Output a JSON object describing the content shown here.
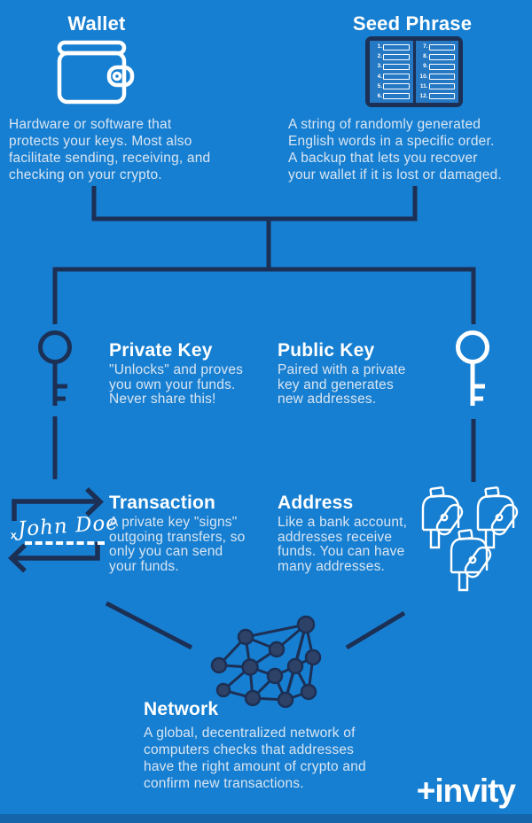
{
  "colors": {
    "background": "#177fd1",
    "connector_navy": "#1c2f54",
    "title_white": "#ffffff",
    "body_text": "#d9e5f2",
    "seed_card_inner": "#2478c4",
    "bottom_bar": "#1565aa"
  },
  "sections": {
    "wallet": {
      "title": "Wallet",
      "description": "Hardware or software that\nprotects your keys. Most also\nfacilitate sending, receiving, and\nchecking on your crypto."
    },
    "seed_phrase": {
      "title": "Seed Phrase",
      "icon_numbers_left": [
        "1.",
        "2.",
        "3.",
        "4.",
        "5.",
        "6."
      ],
      "icon_numbers_right": [
        "7.",
        "8.",
        "9.",
        "10.",
        "11.",
        "12."
      ],
      "description": "A string of randomly generated\nEnglish words in a specific order.\nA backup that lets you recover\nyour wallet if it is lost or damaged."
    },
    "private_key": {
      "title": "Private Key",
      "description": "\"Unlocks\" and proves\nyou own your funds.\nNever share this!"
    },
    "public_key": {
      "title": "Public Key",
      "description": "Paired with a private\nkey and generates\nnew addresses."
    },
    "transaction": {
      "title": "Transaction",
      "signature_mark": "x",
      "signature": "John Doe",
      "description": "A private key \"signs\"\noutgoing transfers, so\nonly you can send\nyour funds."
    },
    "address": {
      "title": "Address",
      "description": "Like a bank account,\naddresses receive\nfunds. You can have\nmany addresses."
    },
    "network": {
      "title": "Network",
      "description": "A global, decentralized network of\ncomputers checks that addresses\nhave the right amount of crypto and\nconfirm new transactions."
    }
  },
  "brand": {
    "logo_text": "+invity"
  }
}
